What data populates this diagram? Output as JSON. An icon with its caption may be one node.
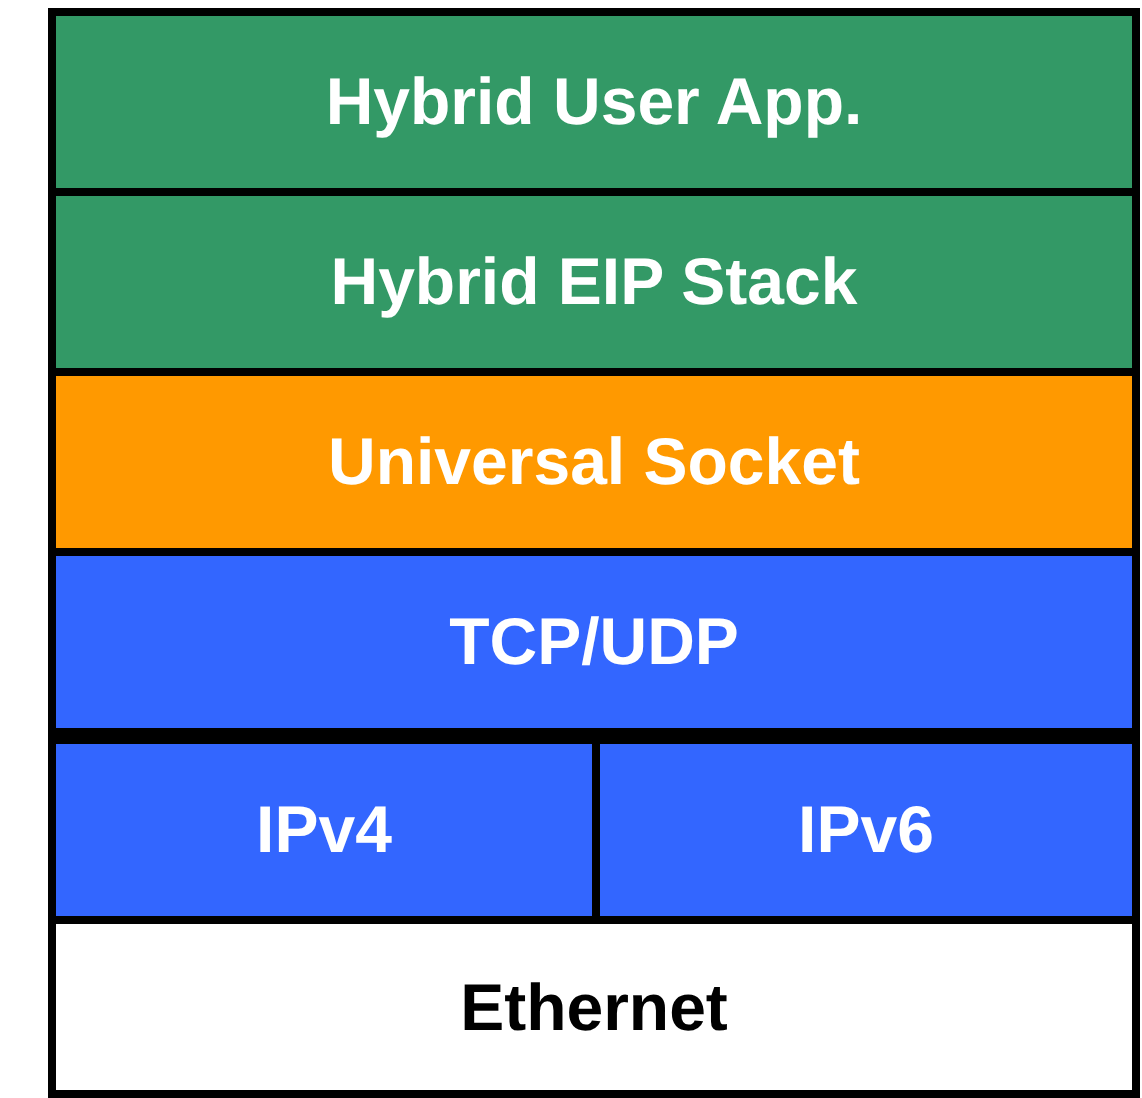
{
  "diagram": {
    "nodes": [
      {
        "text": [
          "Hybrid User App."
        ]
      },
      {
        "text": [
          "Hybrid EIP Stack"
        ]
      },
      {
        "text": [
          "Universal Socket"
        ]
      },
      {
        "text": [
          "TCP/UDP"
        ]
      },
      {
        "text": [
          "IPv4"
        ]
      },
      {
        "text": [
          "IPv6"
        ]
      },
      {
        "text": [
          "Ethernet"
        ]
      }
    ]
  }
}
